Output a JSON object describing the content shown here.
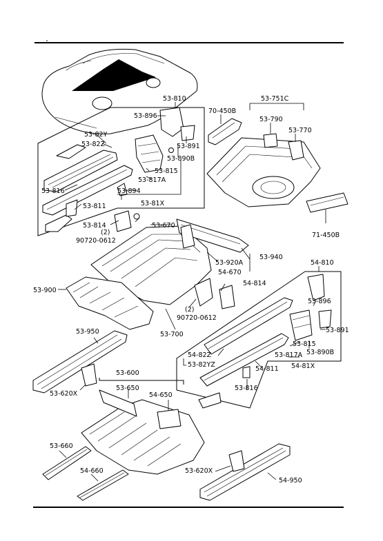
{
  "labels": {
    "l53810": "53-810",
    "l53896": "53-896",
    "l53891": "53-891",
    "l53890B": "53-890B",
    "l53815": "53-815",
    "l53817A": "53-817A",
    "l53894": "53-894",
    "l5381X": "53-81X",
    "l5382Y": "53-82Y",
    "l5382Z": "53-82Z",
    "l53816": "53-816",
    "l53811": "53-811",
    "l70450B": "70-450B",
    "l53751C": "53-751C",
    "l53790": "53-790",
    "l53770": "53-770",
    "l71450B": "71-450B",
    "l53814": "53-814",
    "l53670": "53-670",
    "l90720a": "90720-0612",
    "l2a": "(2)",
    "l53920A": "53-920A",
    "l53940": "53-940",
    "l54810": "54-810",
    "l54670": "54-670",
    "l54814": "54-814",
    "l53896b": "53-896",
    "l53900": "53-900",
    "l2b": "(2)",
    "l90720b": "90720-0612",
    "l53891b": "53-891",
    "l53700": "53-700",
    "l53815b": "53-815",
    "l53950": "53-950",
    "l5482Z": "54-82Z",
    "l53817Ab": "53-817A",
    "l53890Bb": "53-890B",
    "l5382YZ": "53-82YZ",
    "l5481X": "54-81X",
    "l54811": "54-811",
    "l53620X": "53-620X",
    "l53816b": "53-816",
    "l53600": "53-600",
    "l53650": "53-650",
    "l54650": "54-650",
    "l53660": "53-660",
    "l54660": "54-660",
    "l53620Xb": "53-620X",
    "l54950": "54-950"
  }
}
